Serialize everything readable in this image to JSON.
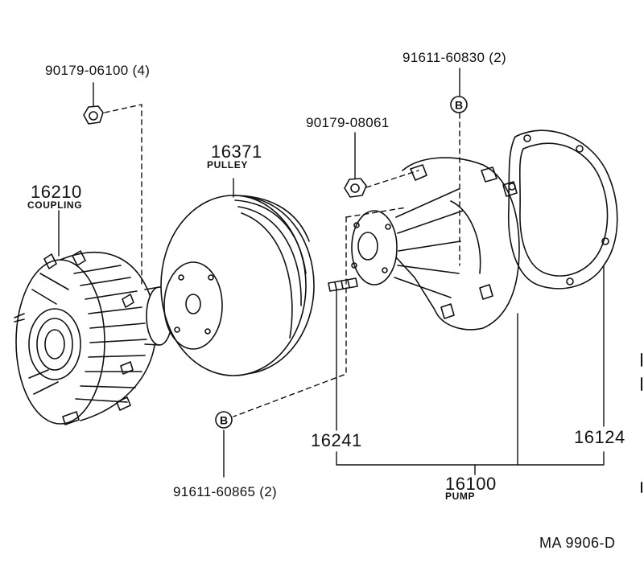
{
  "diagram": {
    "parts": {
      "nut_upper": {
        "number": "90179-06100 (4)"
      },
      "bolt_top": {
        "number": "91611-60830 (2)"
      },
      "nut_middle": {
        "number": "90179-08061"
      },
      "pulley": {
        "number": "16371",
        "name": "PULLEY"
      },
      "coupling": {
        "number": "16210",
        "name": "COUPLING"
      },
      "bolt_bottom": {
        "number": "91611-60865 (2)"
      },
      "stud": {
        "number": "16241"
      },
      "gasket": {
        "number": "16124"
      },
      "pump": {
        "number": "16100",
        "name": "PUMP"
      }
    },
    "bolt_marker": "B",
    "drawing_code": "MA  9906-D"
  }
}
